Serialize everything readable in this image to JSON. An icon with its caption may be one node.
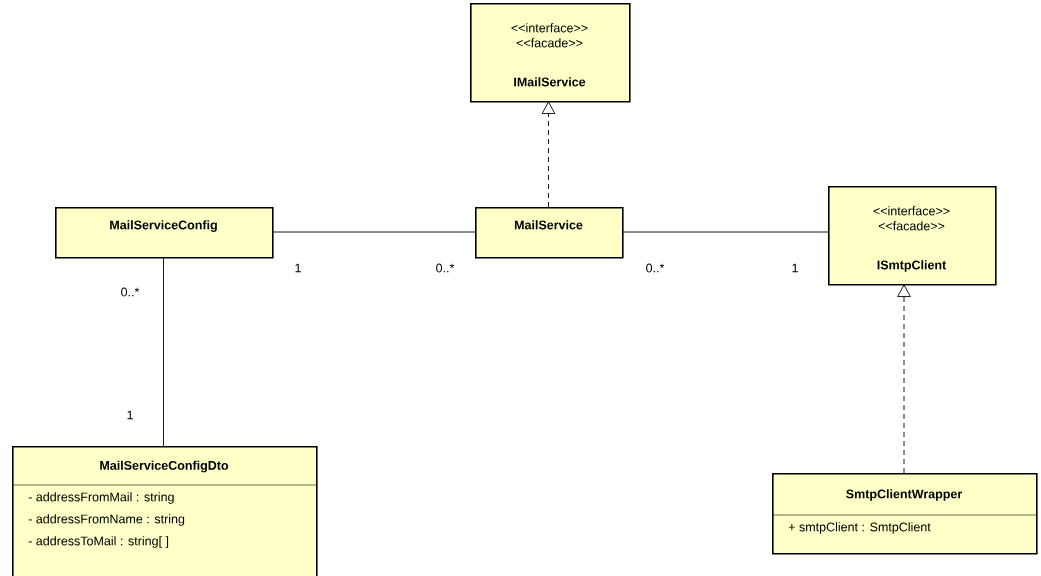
{
  "diagram": {
    "nodes": [
      {
        "text": [
          "<<interface>> <<facade>>",
          "IMailService"
        ]
      },
      {
        "text": [
          "MailServiceConfig"
        ]
      },
      {
        "text": [
          "MailService"
        ]
      },
      {
        "text": [
          "<<interface>> <<facade>>",
          "ISmtpClient"
        ]
      },
      {
        "text": [
          "MailServiceConfigDto",
          "- addressFromMail : string",
          "- addressFromName : string",
          "- addressToMail : string[ ]"
        ]
      },
      {
        "text": [
          "SmtpClientWrapper",
          "+ smtpClient : SmtpClient"
        ]
      }
    ],
    "edges": [
      {
        "from": 2,
        "to": 0,
        "arrow": "to",
        "style": "dashed"
      },
      {
        "from": 1,
        "to": 2,
        "arrow": "none"
      },
      {
        "from": 2,
        "to": 3,
        "arrow": "none"
      },
      {
        "from": 1,
        "to": 4,
        "arrow": "none"
      },
      {
        "from": 5,
        "to": 3,
        "arrow": "to",
        "style": "dashed"
      }
    ],
    "labels": [
      "1",
      "0..*",
      "0..*",
      "1",
      "0..*",
      "1"
    ]
  }
}
